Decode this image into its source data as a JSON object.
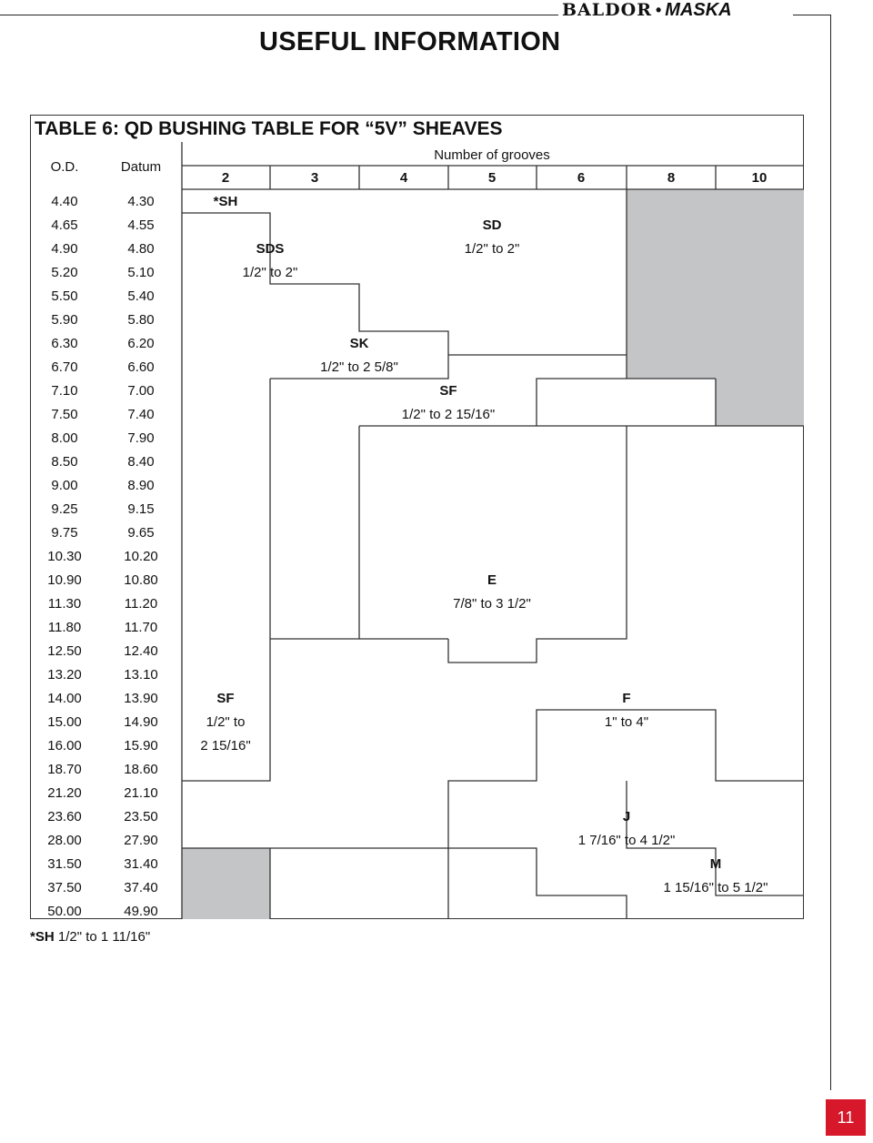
{
  "brand": {
    "baldor": "BALDOR",
    "separator": "•",
    "maska": "MASKA"
  },
  "page_title": "USEFUL INFORMATION",
  "table": {
    "title": "TABLE 6: QD BUSHING TABLE FOR “5V” SHEAVES",
    "col_od": "O.D.",
    "col_datum": "Datum",
    "grooves_header": "Number of grooves",
    "grooves": [
      "2",
      "3",
      "4",
      "5",
      "6",
      "8",
      "10"
    ],
    "rows": [
      [
        "4.40",
        "4.30"
      ],
      [
        "4.65",
        "4.55"
      ],
      [
        "4.90",
        "4.80"
      ],
      [
        "5.20",
        "5.10"
      ],
      [
        "5.50",
        "5.40"
      ],
      [
        "5.90",
        "5.80"
      ],
      [
        "6.30",
        "6.20"
      ],
      [
        "6.70",
        "6.60"
      ],
      [
        "7.10",
        "7.00"
      ],
      [
        "7.50",
        "7.40"
      ],
      [
        "8.00",
        "7.90"
      ],
      [
        "8.50",
        "8.40"
      ],
      [
        "9.00",
        "8.90"
      ],
      [
        "9.25",
        "9.15"
      ],
      [
        "9.75",
        "9.65"
      ],
      [
        "10.30",
        "10.20"
      ],
      [
        "10.90",
        "10.80"
      ],
      [
        "11.30",
        "11.20"
      ],
      [
        "11.80",
        "11.70"
      ],
      [
        "12.50",
        "12.40"
      ],
      [
        "13.20",
        "13.10"
      ],
      [
        "14.00",
        "13.90"
      ],
      [
        "15.00",
        "14.90"
      ],
      [
        "16.00",
        "15.90"
      ],
      [
        "18.70",
        "18.60"
      ],
      [
        "21.20",
        "21.10"
      ],
      [
        "23.60",
        "23.50"
      ],
      [
        "28.00",
        "27.90"
      ],
      [
        "31.50",
        "31.40"
      ],
      [
        "37.50",
        "37.40"
      ],
      [
        "50.00",
        "49.90"
      ]
    ],
    "bushings": {
      "sh": {
        "name": "*SH"
      },
      "sd": {
        "name": "SD",
        "range": "1/2\" to 2\""
      },
      "sds": {
        "name": "SDS",
        "range": "1/2\" to 2\""
      },
      "sk": {
        "name": "SK",
        "range": "1/2\" to 2 5/8\""
      },
      "sf_upper": {
        "name": "SF",
        "range": "1/2\" to 2 15/16\""
      },
      "e": {
        "name": "E",
        "range": "7/8\" to 3 1/2\""
      },
      "sf_lower": {
        "name": "SF",
        "range_line1": "1/2\" to",
        "range_line2": "2 15/16\""
      },
      "f": {
        "name": "F",
        "range": "1\" to 4\""
      },
      "j": {
        "name": "J",
        "range": "1 7/16\" to 4 1/2\""
      },
      "m": {
        "name": "M",
        "range": "1 15/16\" to 5 1/2\""
      }
    }
  },
  "footnote": {
    "sh": "*SH",
    "range": "1/2\" to 1 11/16\""
  },
  "page_number": "11",
  "colors": {
    "gray_cell": "#c4c5c7",
    "page_badge": "#d7182a"
  }
}
